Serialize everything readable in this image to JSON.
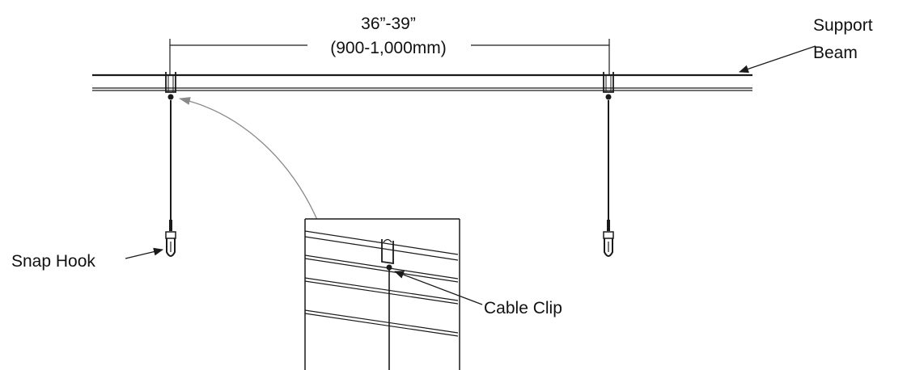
{
  "dimension": {
    "imperial": "36”-39”",
    "metric": "(900-1,000mm)"
  },
  "labels": {
    "support_beam_line1": "Support",
    "support_beam_line2": "Beam",
    "snap_hook": "Snap Hook",
    "cable_clip": "Cable Clip"
  },
  "colors": {
    "line": "#1a1a1a",
    "leader": "#8a8a8a"
  }
}
